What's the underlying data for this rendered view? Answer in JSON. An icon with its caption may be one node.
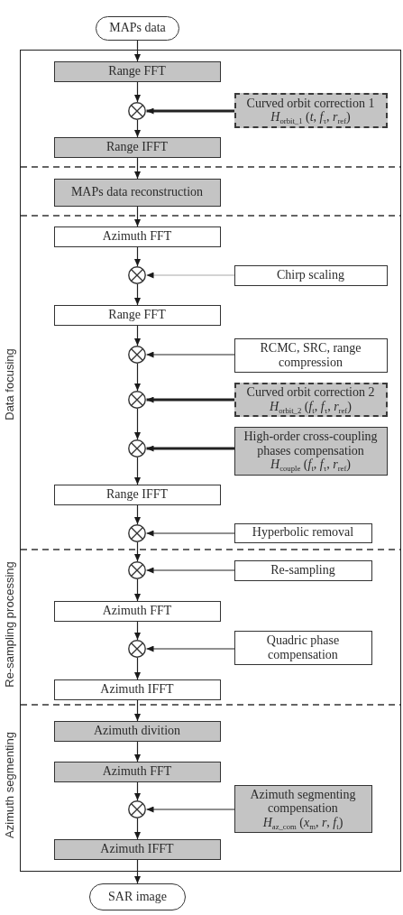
{
  "diagram": {
    "nodes": [
      {
        "text": [
          "MAPs data"
        ]
      },
      {
        "text": [],
        "shape": "box"
      },
      {
        "text": [
          "Range FFT"
        ],
        "in": 1
      },
      {
        "text": [],
        "shape": "circle",
        "in": 1
      },
      {
        "text": [
          "Curved orbit correction 1",
          "*H*$_{orbit_1}$ (*t*, *f*$_{τ}$, *r*$_{ref}$)"
        ],
        "in": 1
      },
      {
        "text": [
          "Range IFFT"
        ],
        "in": 1
      },
      {
        "text": [
          "MAPs data reconstruction"
        ],
        "in": 1
      },
      {
        "text": [
          "Azimuth FFT"
        ],
        "in": 1
      },
      {
        "text": [],
        "shape": "circle",
        "in": 1
      },
      {
        "text": [
          "Chirp scaling"
        ],
        "in": 1
      },
      {
        "text": [
          "Range FFT"
        ],
        "in": 1
      },
      {
        "text": [],
        "shape": "circle",
        "in": 1
      },
      {
        "text": [
          "RCMC, SRC, range compression"
        ],
        "in": 1
      },
      {
        "text": [],
        "shape": "circle",
        "in": 1
      },
      {
        "text": [
          "Curved orbit correction 2",
          "*H*$_{orbit_2}$ (*f*$_{t}$, *f*$_{τ}$, *r*$_{ref}$)"
        ],
        "in": 1
      },
      {
        "text": [],
        "shape": "circle",
        "in": 1
      },
      {
        "text": [
          "High-order cross-coupling phases compensation",
          "*H*$_{couple}$ (*f*$_{t}$, *f*$_{τ}$, *r*$_{ref}$)"
        ],
        "in": 1
      },
      {
        "text": [
          "Range IFFT"
        ],
        "in": 1
      },
      {
        "text": [],
        "shape": "circle",
        "in": 1
      },
      {
        "text": [
          "Hyperbolic removal"
        ],
        "in": 1
      },
      {
        "text": [],
        "shape": "circle",
        "in": 1
      },
      {
        "text": [
          "Re-sampling"
        ],
        "in": 1
      },
      {
        "text": [
          "Azimuth FFT"
        ],
        "in": 1
      },
      {
        "text": [],
        "shape": "circle",
        "in": 1
      },
      {
        "text": [
          "Quadric phase compensation"
        ],
        "in": 1
      },
      {
        "text": [
          "Azimuth IFFT"
        ],
        "in": 1
      },
      {
        "text": [
          "Azimuth divition"
        ],
        "in": 1
      },
      {
        "text": [
          "Azimuth FFT"
        ],
        "in": 1
      },
      {
        "text": [],
        "shape": "circle",
        "in": 1
      },
      {
        "text": [
          "Azimuth segmenting compensation",
          "*H*$_{az_com}$ (*x*$_{m}$, *r*, *f*$_{t}$)"
        ],
        "in": 1
      },
      {
        "text": [
          "Azimuth IFFT"
        ],
        "in": 1
      },
      {
        "text": [
          "SAR image"
        ]
      }
    ],
    "edges": [
      {
        "from": 0,
        "to": 2,
        "arrow": "to"
      },
      {
        "from": 2,
        "to": 3,
        "arrow": "to"
      },
      {
        "from": 4,
        "to": 3,
        "arrow": "to",
        "style": "thick"
      },
      {
        "from": 3,
        "to": 5,
        "arrow": "to"
      },
      {
        "from": 5,
        "to": 6,
        "arrow": "to"
      },
      {
        "from": 6,
        "to": 7,
        "arrow": "to"
      },
      {
        "from": 7,
        "to": 8,
        "arrow": "to"
      },
      {
        "from": 9,
        "to": 8,
        "arrow": "to",
        "color": "#a8a8a8"
      },
      {
        "from": 8,
        "to": 10,
        "arrow": "to"
      },
      {
        "from": 10,
        "to": 11,
        "arrow": "to"
      },
      {
        "from": 12,
        "to": 11,
        "arrow": "to"
      },
      {
        "from": 11,
        "to": 13,
        "arrow": "to"
      },
      {
        "from": 14,
        "to": 13,
        "arrow": "to",
        "style": "thick"
      },
      {
        "from": 13,
        "to": 15,
        "arrow": "to"
      },
      {
        "from": 16,
        "to": 15,
        "arrow": "to",
        "style": "thick"
      },
      {
        "from": 15,
        "to": 17,
        "arrow": "to"
      },
      {
        "from": 17,
        "to": 18,
        "arrow": "to"
      },
      {
        "from": 19,
        "to": 18,
        "arrow": "to"
      },
      {
        "from": 18,
        "to": 20,
        "arrow": "to"
      },
      {
        "from": 21,
        "to": 20,
        "arrow": "to"
      },
      {
        "from": 20,
        "to": 22,
        "arrow": "to"
      },
      {
        "from": 22,
        "to": 23,
        "arrow": "to"
      },
      {
        "from": 24,
        "to": 23,
        "arrow": "to"
      },
      {
        "from": 23,
        "to": 25,
        "arrow": "to"
      },
      {
        "from": 25,
        "to": 26,
        "arrow": "to"
      },
      {
        "from": 26,
        "to": 27,
        "arrow": "to"
      },
      {
        "from": 27,
        "to": 28,
        "arrow": "to"
      },
      {
        "from": 29,
        "to": 28,
        "arrow": "to"
      },
      {
        "from": 28,
        "to": 30,
        "arrow": "to"
      },
      {
        "from": 30,
        "to": 31,
        "arrow": "to"
      }
    ],
    "labels": [
      "Data focusing",
      "Re-sampling processing",
      "Azimuth segmenting"
    ]
  }
}
